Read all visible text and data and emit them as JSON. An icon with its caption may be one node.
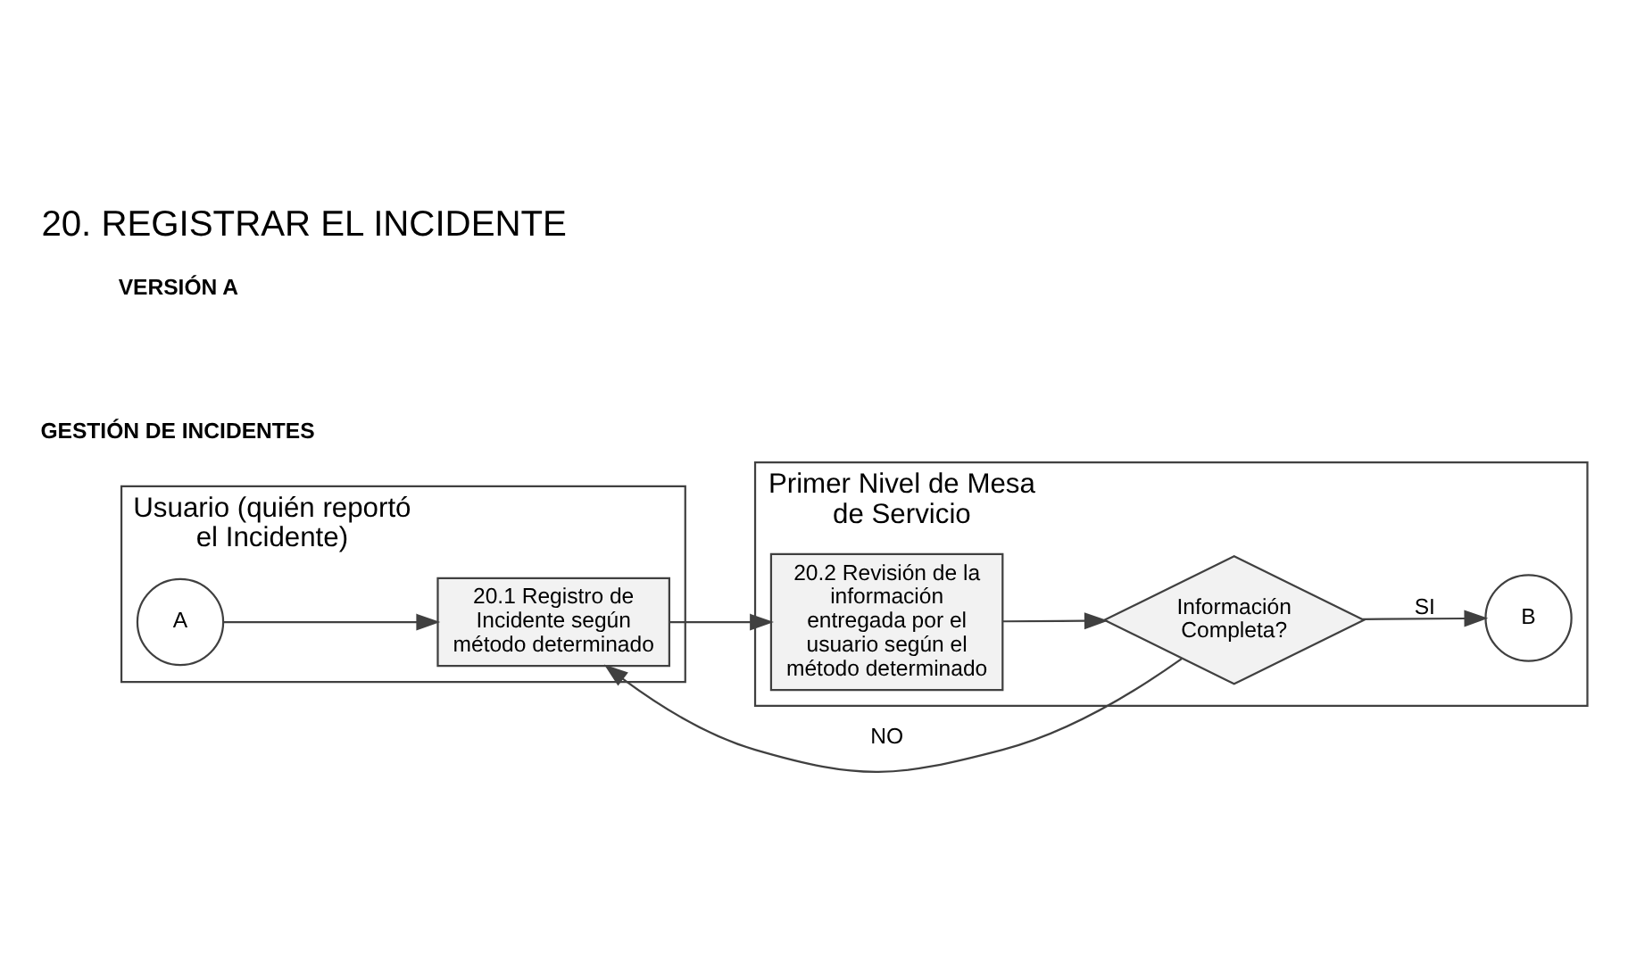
{
  "diagram": {
    "title": "20. REGISTRAR EL INCIDENTE",
    "nodes": [
      {
        "text": [
          "Usuario (quién reportó el Incidente)"
        ]
      },
      {
        "text": [
          "Primer Nivel de Mesa de Servicio"
        ]
      },
      {
        "text": [
          "A"
        ],
        "in": 0
      },
      {
        "text": [
          "20.1 Registro de Incidente según método determinado"
        ],
        "in": 0
      },
      {
        "text": [
          "20.2 Revisión de la información entregada por el usuario según el método determinado"
        ],
        "in": 1
      },
      {
        "text": [
          "Información Completa?"
        ],
        "in": 1
      },
      {
        "text": [
          "B"
        ],
        "in": 1
      }
    ],
    "edges": [
      {
        "from": 2,
        "to": 3,
        "arrow": "to"
      },
      {
        "from": 3,
        "to": 4,
        "arrow": "to"
      },
      {
        "from": 4,
        "to": 5,
        "arrow": "to"
      },
      {
        "from": 5,
        "to": 3,
        "arrow": "to",
        "label": "NO"
      },
      {
        "from": 5,
        "to": 6,
        "arrow": "to",
        "label": "SI"
      }
    ],
    "labels": [
      "GESTIÓN DE INCIDENTES",
      "VERSIÓN A"
    ]
  }
}
